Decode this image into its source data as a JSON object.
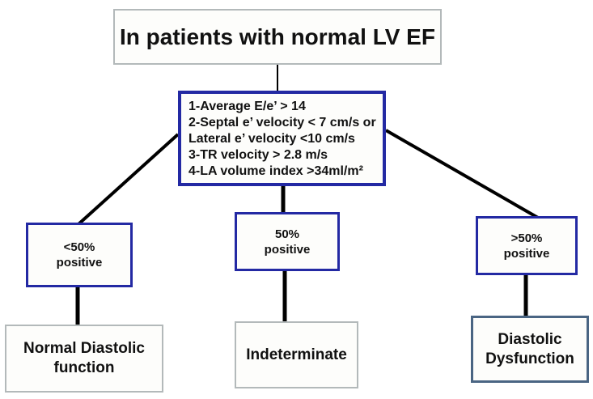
{
  "title": {
    "label": "In patients with normal LV EF"
  },
  "criteria": {
    "lines": [
      "1-Average E/e’ > 14",
      "2-Septal e’ velocity < 7 cm/s or",
      "Lateral e’ velocity <10 cm/s",
      "3-TR velocity > 2.8 m/s",
      "4-LA volume index >34ml/m²"
    ]
  },
  "branches": [
    {
      "condition_line1": "<50%",
      "condition_line2": "positive",
      "outcome": "Normal Diastolic function"
    },
    {
      "condition_line1": "50%",
      "condition_line2": "positive",
      "outcome": "Indeterminate"
    },
    {
      "condition_line1": ">50%",
      "condition_line2": "positive",
      "outcome": "Diastolic Dysfunction"
    }
  ],
  "colors": {
    "navy_border": "#2329a3",
    "gray_border": "#b3b9ba",
    "steel_border": "#4a6583",
    "connector": "#000000"
  }
}
